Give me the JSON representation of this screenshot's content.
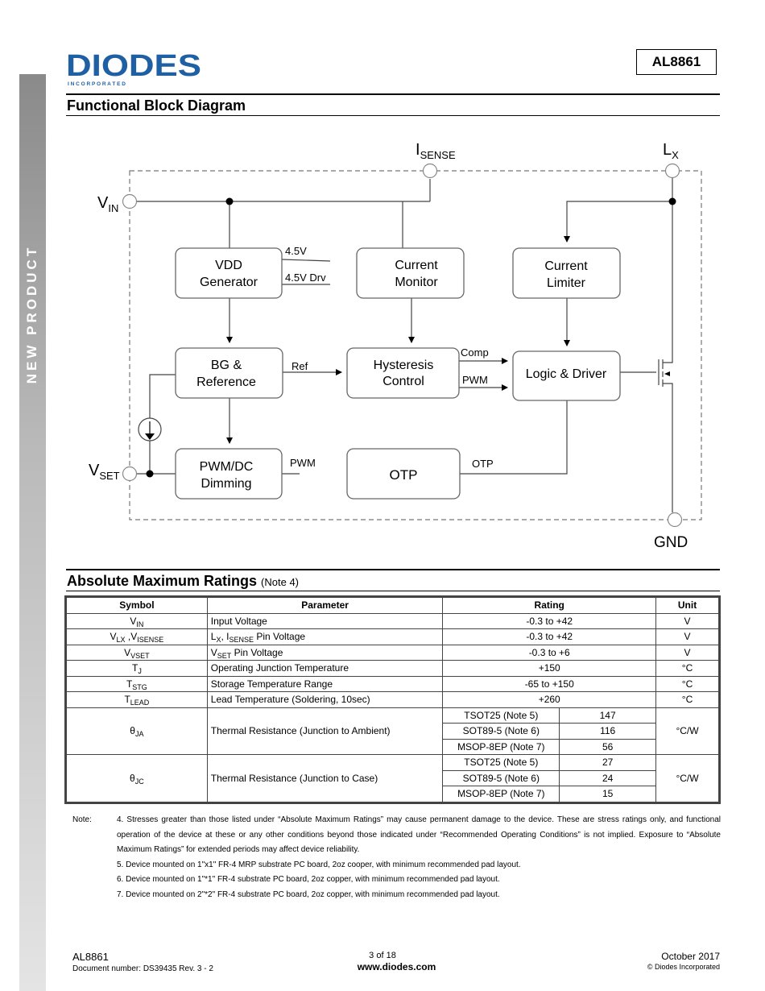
{
  "header": {
    "logo_text": "DIODES",
    "logo_sub": "I N C O R P O R A T E D",
    "doc_id": "AL8861",
    "sidebar": "NEW PRODUCT"
  },
  "block_diagram": {
    "title": "Functional Block Diagram",
    "pins": {
      "vin_main": "V",
      "vin_sub": "IN",
      "isense_main": "I",
      "isense_sub": "SENSE",
      "lx_main": "L",
      "lx_sub": "X",
      "vset_main": "V",
      "vset_sub": "SET",
      "gnd": "GND"
    },
    "blocks": {
      "vdd_l1": "VDD",
      "vdd_l2": "Generator",
      "cm_l1": "Current",
      "cm_l2": "Monitor",
      "cl_l1": "Current",
      "cl_l2": "Limiter",
      "bg_l1": "BG &",
      "bg_l2": "Reference",
      "hy_l1": "Hysteresis",
      "hy_l2": "Control",
      "ld": "Logic & Driver",
      "pwm_l1": "PWM/DC",
      "pwm_l2": "Dimming",
      "otp": "OTP"
    },
    "signals": {
      "v45": "4.5V",
      "v45drv": "4.5V Drv",
      "ref": "Ref",
      "comp": "Comp",
      "pwm_in": "PWM",
      "pwm_out": "PWM",
      "otp": "OTP"
    }
  },
  "amr": {
    "title": "Absolute Maximum Ratings",
    "note_ref": "(Note 4)",
    "headers": {
      "symbol": "Symbol",
      "parameter": "Parameter",
      "rating": "Rating",
      "unit": "Unit"
    },
    "rows": [
      {
        "sym": "V",
        "sym_sub": "IN",
        "param": "Input Voltage",
        "param_sub": "",
        "param_rest": "",
        "rating": "-0.3 to +42",
        "unit": "V"
      },
      {
        "sym": "V",
        "sym_sub": "LX",
        "sym2": " ,V",
        "sym2_sub": "ISENSE",
        "param": "L",
        "param_sub": "X",
        "param_mid": ", I",
        "param_sub2": "SENSE",
        "param_rest": " Pin Voltage",
        "rating": "-0.3 to +42",
        "unit": "V"
      },
      {
        "sym": "V",
        "sym_sub": "VSET",
        "param": "V",
        "param_sub": "SET",
        "param_rest": " Pin Voltage",
        "rating": "-0.3 to +6",
        "unit": "V"
      },
      {
        "sym": "T",
        "sym_sub": "J",
        "param": "Operating Junction Temperature",
        "rating": "+150",
        "unit": "°C"
      },
      {
        "sym": "T",
        "sym_sub": "STG",
        "param": "Storage Temperature Range",
        "rating": "-65 to +150",
        "unit": "°C"
      },
      {
        "sym": "T",
        "sym_sub": "LEAD",
        "param": "Lead Temperature (Soldering, 10sec)",
        "rating": "+260",
        "unit": "°C"
      }
    ],
    "theta_ja": {
      "sym": "θ",
      "sym_sub": "JA",
      "param": "Thermal Resistance (Junction to Ambient)",
      "unit": "°C/W",
      "packages": [
        {
          "pkg": "TSOT25 (Note 5)",
          "val": "147"
        },
        {
          "pkg": "SOT89-5 (Note 6)",
          "val": "116"
        },
        {
          "pkg": "MSOP-8EP (Note 7)",
          "val": "56"
        }
      ]
    },
    "theta_jc": {
      "sym": "θ",
      "sym_sub": "JC",
      "param": "Thermal Resistance (Junction to Case)",
      "unit": "°C/W",
      "packages": [
        {
          "pkg": "TSOT25 (Note 5)",
          "val": "27"
        },
        {
          "pkg": "SOT89-5 (Note 6)",
          "val": "24"
        },
        {
          "pkg": "MSOP-8EP (Note 7)",
          "val": "15"
        }
      ]
    }
  },
  "notes": {
    "label": "Note:",
    "n4": "4. Stresses greater than those listed under “Absolute Maximum Ratings” may cause permanent damage to the device. These are stress ratings only, and functional operation of the device at these or any other conditions beyond those indicated under “Recommended Operating Conditions” is not implied. Exposure to “Absolute Maximum Ratings” for extended periods may affect device reliability.",
    "n5": "5. Device mounted on 1\"x1\" FR-4 MRP substrate PC board, 2oz cooper, with minimum recommended pad layout.",
    "n6": "6. Device mounted on 1\"*1\" FR-4 substrate PC board, 2oz copper, with minimum recommended pad layout.",
    "n7": "7. Device mounted on 2\"*2\" FR-4 substrate PC board, 2oz copper, with minimum recommended pad layout."
  },
  "footer": {
    "part": "AL8861",
    "docnum": "Document number: DS39435  Rev. 3 - 2",
    "page": "3 of 18",
    "url": "www.diodes.com",
    "date": "October 2017",
    "copyright": "© Diodes Incorporated"
  }
}
